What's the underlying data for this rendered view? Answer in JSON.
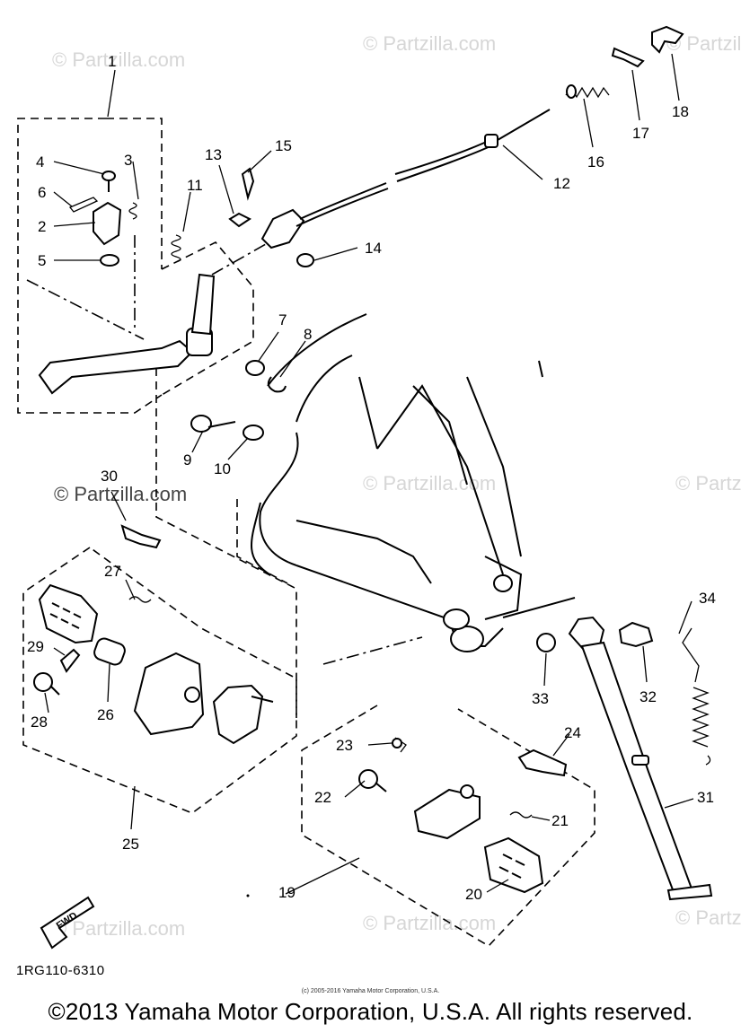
{
  "watermark": "© Partzilla.com",
  "callouts": {
    "c1": "1",
    "c2": "2",
    "c3": "3",
    "c4": "4",
    "c5": "5",
    "c6": "6",
    "c7": "7",
    "c8": "8",
    "c9": "9",
    "c10": "10",
    "c11": "11",
    "c12": "12",
    "c13": "13",
    "c14": "14",
    "c15": "15",
    "c16": "16",
    "c17": "17",
    "c18": "18",
    "c19": "19",
    "c20": "20",
    "c21": "21",
    "c22": "22",
    "c23": "23",
    "c24": "24",
    "c25": "25",
    "c26": "26",
    "c27": "27",
    "c28": "28",
    "c29": "29",
    "c30": "30",
    "c31": "31",
    "c32": "32",
    "c33": "33",
    "c34": "34"
  },
  "fwd_label": "FWD",
  "drawing_code": "1RG110-6310",
  "small_copyright": "(c) 2005-2016 Yamaha Motor Corporation, U.S.A.",
  "footer": "©2013 Yamaha Motor Corporation, U.S.A. All rights reserved."
}
